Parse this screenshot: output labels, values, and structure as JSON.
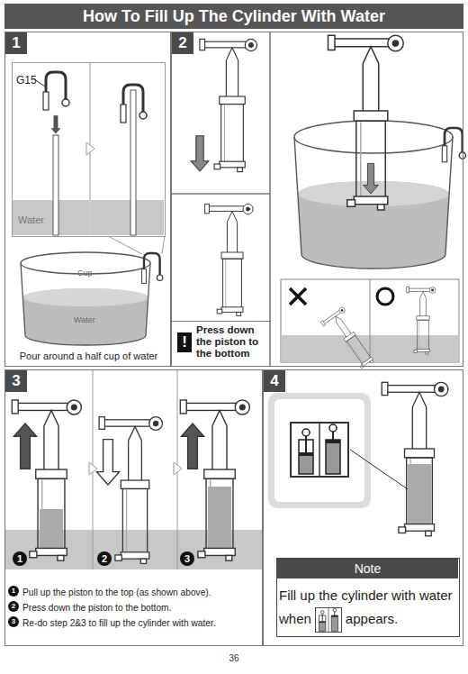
{
  "diagram": {
    "title": "How To Fill Up The Cylinder With Water",
    "nodes": [
      {
        "text": [
          "1",
          "Pour around a half cup of water"
        ]
      },
      {
        "text": [
          "G15",
          "Water"
        ],
        "in": 0
      },
      {
        "text": [
          "2"
        ]
      },
      {
        "text": [
          "!",
          "Press down the piston to the bottom"
        ],
        "in": 2
      },
      {
        "text": [
          "3",
          "Pull up the piston to the top (as shown above).",
          "Press down the piston to the bottom.",
          "Re-do step 2&3 to fill up the cylinder with water."
        ]
      },
      {
        "text": [
          "4"
        ]
      },
      {
        "text": [
          "Note",
          "Fill up the cylinder with water when",
          "appears."
        ],
        "in": 5
      }
    ],
    "labels": [
      "Cup",
      "Water",
      "1",
      "2",
      "3",
      "1",
      "2",
      "3",
      "36"
    ]
  }
}
